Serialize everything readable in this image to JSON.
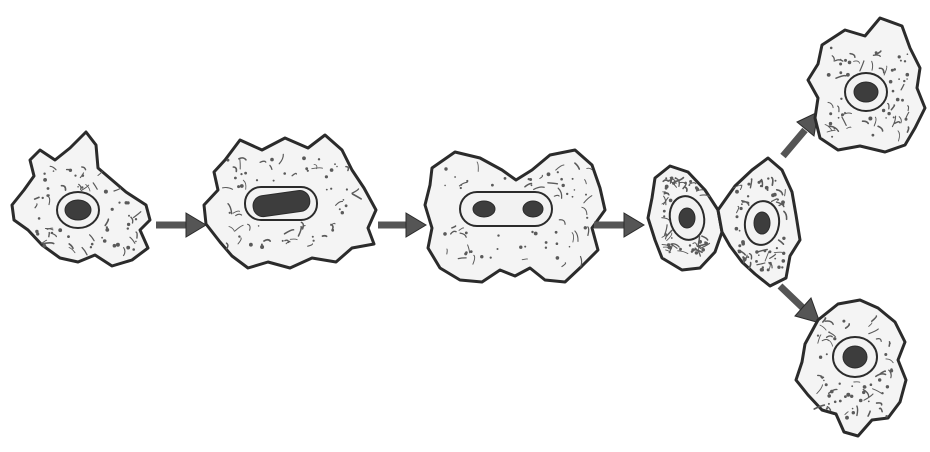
{
  "figure": {
    "stages": [
      {
        "id": "single-cell",
        "nuclei": 1
      },
      {
        "id": "elongated-nucleus",
        "nuclei": 1
      },
      {
        "id": "two-nuclei",
        "nuclei": 2
      },
      {
        "id": "constricting-cell",
        "nuclei": 2
      },
      {
        "id": "daughter-cell-upper",
        "nuclei": 1
      },
      {
        "id": "daughter-cell-lower",
        "nuclei": 1
      }
    ],
    "arrows": 5
  },
  "colors": {
    "background": "#ffffff",
    "cell_fill": "#f4f4f4",
    "outline": "#2b2b2b",
    "nucleus_ring": "#f2f2f2",
    "nucleus_dark": "#3d3d3d",
    "arrow": "#555555",
    "speckle": "#5a5a5a"
  }
}
